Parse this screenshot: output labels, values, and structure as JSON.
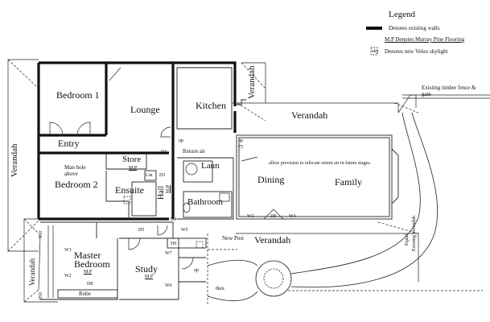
{
  "legend": {
    "title": "Legend",
    "items": [
      {
        "text": "Denotes existing walls"
      },
      {
        "text": "M.P Denotes Murray Pine Flooring"
      },
      {
        "text": "Denotes new Velux skylight",
        "symbol": "sky"
      }
    ]
  },
  "rooms": {
    "bedroom1": "Bedroom 1",
    "lounge": "Lounge",
    "kitchen": "Kitchen",
    "entry": "Entry",
    "store": "Store",
    "store_mp": "M.P",
    "lin": "Lin",
    "bedroom2": "Bedroom 2",
    "ensuite": "Ensuite",
    "hall": "Hall",
    "hall_mp": "M.P",
    "laun": "Laun",
    "bathroom": "Bathroom",
    "dining": "Dining",
    "family": "Family",
    "master": "Master",
    "bedroom": "Bedroom",
    "master_mp": "M.P",
    "robe": "Robe",
    "study": "Study",
    "study_mp": "M.P"
  },
  "verandahs": {
    "top_right": "Verandah",
    "left_upper": "Verandah",
    "kitchen_side": "Verandah",
    "bottom": "Verandah",
    "left_lower": "Verandah"
  },
  "notes": {
    "manhole": "Man hole above",
    "return_air": "Return air",
    "relocate": "allow prevision to relocate return air in future stages.",
    "new_post": "New Post",
    "fence": "Existing timber fence & gate",
    "up": "up",
    "up75": "75",
    "dim1": "950",
    "dim2": "950",
    "dim3": "Equal",
    "dim4": "Existing Verandah",
    "dim5": "8km"
  },
  "tags": {
    "w1": "W1",
    "w2": "W2",
    "w3": "W3",
    "w4": "W4",
    "w5": "W5",
    "w6": "W6",
    "w7": "W7",
    "d1": "D1",
    "d3": "D3",
    "d4": "D4",
    "d5": "D5",
    "d6": "D6",
    "d8": "D8",
    "d9": "D9"
  }
}
